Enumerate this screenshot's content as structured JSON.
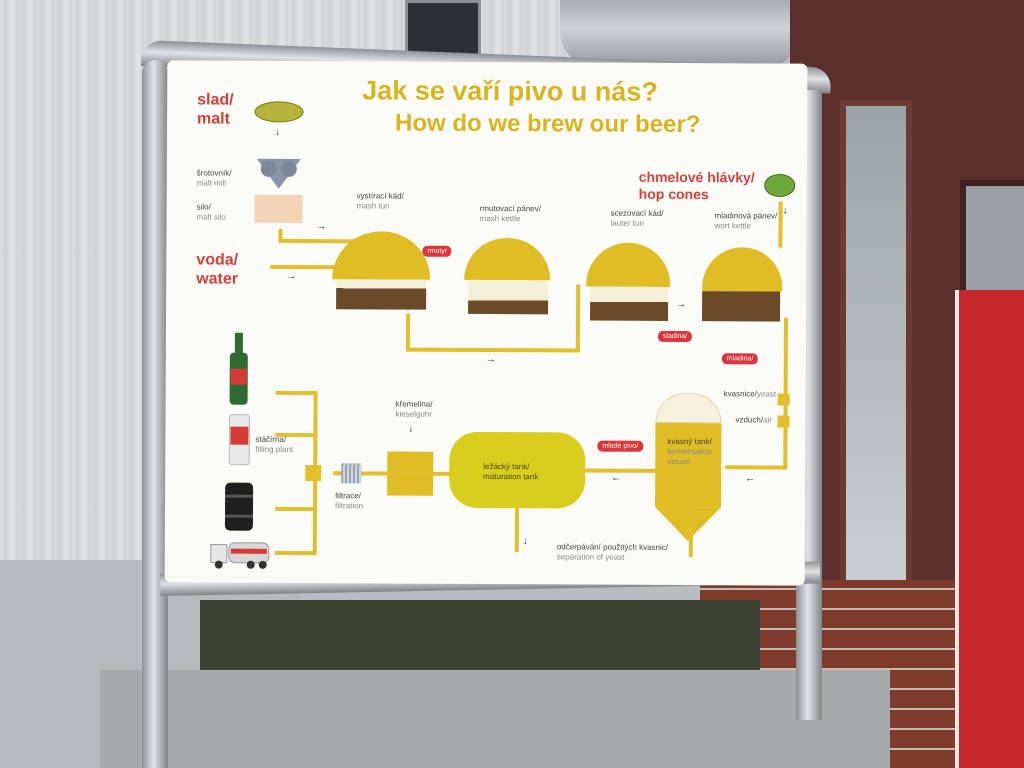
{
  "sign": {
    "title_cz": "Jak se vaří pivo u nás?",
    "title_en": "How do we brew our beer?",
    "malt": {
      "cz": "slad/",
      "en": "malt"
    },
    "water": {
      "cz": "voda/",
      "en": "water"
    },
    "hops": {
      "cz": "chmelové hlávky/",
      "en": "hop cones"
    },
    "malt_mill": {
      "cz": "šrotovník/",
      "en": "malt mill"
    },
    "silo": {
      "cz": "silo/",
      "en": "malt silo"
    },
    "mash_tun": {
      "cz": "vystírací kád/",
      "en": "mash tun"
    },
    "mash_kettle": {
      "cz": "rmutovací pánev/",
      "en": "mash kettle"
    },
    "lauter_tun": {
      "cz": "scezovací kád/",
      "en": "lauter tun"
    },
    "wort_kettle": {
      "cz": "mladinová pánev/",
      "en": "wort kettle"
    },
    "pill_mash": "rmuty/",
    "pill_sweet": "sladina/",
    "pill_wort": "mladina/",
    "pill_young": "mladé pivo/",
    "yeast": {
      "cz": "kvasnice/",
      "en": "yeast"
    },
    "air": {
      "cz": "vzduch/",
      "en": "air"
    },
    "fermentation": {
      "cz": "kvasný tank/",
      "en1": "fermentation",
      "en2": "vessel"
    },
    "maturation": {
      "cz": "ležácký tank/",
      "en": "maturation tank"
    },
    "kieselguhr": {
      "cz": "křemelina/",
      "en": "kieselguhr"
    },
    "filtration": {
      "cz": "filtrace/",
      "en": "filtration"
    },
    "filling": {
      "cz": "stáčírna/",
      "en": "filling plant"
    },
    "yeast_sep": {
      "cz": "odčerpávání použitých kvasnic/",
      "en": "separation of yeast"
    }
  },
  "colors": {
    "title": "#d8b51e",
    "red_label": "#d3413c",
    "vessel": "#e0bd25",
    "pill": "#d9373b",
    "content": "#6b4a2a"
  }
}
